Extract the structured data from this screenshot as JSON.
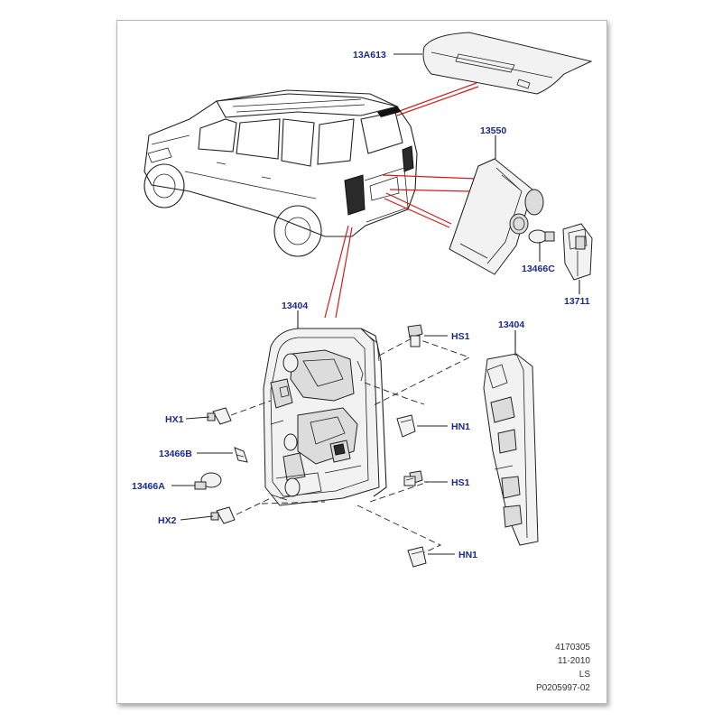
{
  "labels": {
    "l_13A613": "13A613",
    "l_13550": "13550",
    "l_13466C": "13466C",
    "l_13711": "13711",
    "l_13404_left": "13404",
    "l_13404_right": "13404",
    "l_HS1_top": "HS1",
    "l_HN1_mid": "HN1",
    "l_HS1_low": "HS1",
    "l_HN1_bottom": "HN1",
    "l_HX1": "HX1",
    "l_13466B": "13466B",
    "l_13466A": "13466A",
    "l_HX2": "HX2"
  },
  "footer": {
    "line1": "4170305",
    "line2": "11-2010",
    "line3": "LS",
    "line4": "P0205997-02"
  },
  "colors": {
    "label": "#1a2a8c",
    "callout_red": "#d21c1c",
    "line": "#222222"
  }
}
